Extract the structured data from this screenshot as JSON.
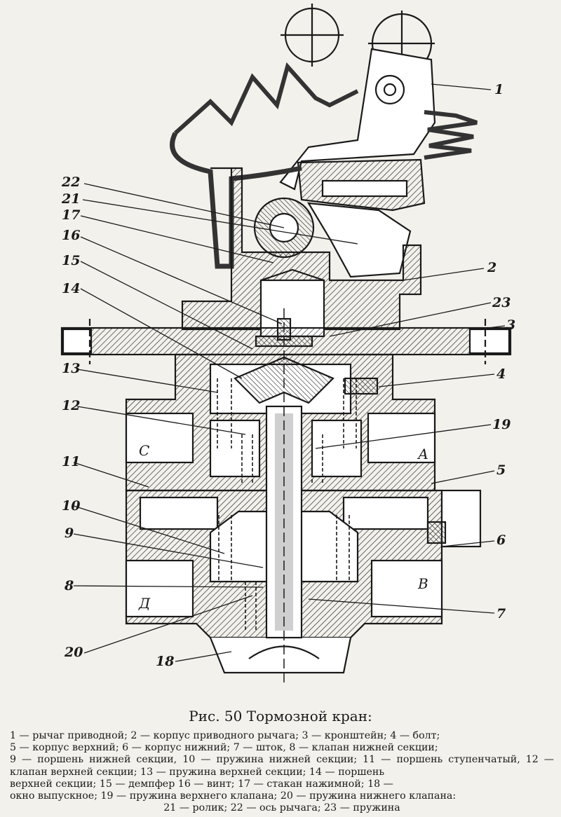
{
  "figure": {
    "caption": "Рис. 50  Тормозной кран:",
    "legend_lines": [
      "1 — рычаг приводной;  2 — корпус приводного рычага;  3 — кронштейн;  4 — болт;",
      "5 — корпус верхний;  6 — корпус нижний;  7 — шток,  8 — клапан нижней секции;",
      "9 — поршень нижней секции,  10 — пружина нижней секции;  11 — поршень ступенчатый,  12 — клапан верхней секции;  13 — пружина верхней секции;  14 — поршень",
      "верхней  секции;   15 — демпфер   16 — винт;   17 — стакан   нажимной;   18 —",
      "окно выпускное;  19 — пружина верхнего клапана;  20 — пружина нижнего клапана:",
      "21 — ролик;  22 — ось рычага;  23 — пружина"
    ]
  },
  "callouts": {
    "n1": "1",
    "n2": "2",
    "n3": "3",
    "n4": "4",
    "n5": "5",
    "n6": "6",
    "n7": "7",
    "n8": "8",
    "n9": "9",
    "n10": "10",
    "n11": "11",
    "n12": "12",
    "n13": "13",
    "n14": "14",
    "n15": "15",
    "n16": "16",
    "n17": "17",
    "n18": "18",
    "n19": "19",
    "n20": "20",
    "n21": "21",
    "n22": "22",
    "n23": "23"
  },
  "ports": {
    "A": "А",
    "B": "В",
    "C": "С",
    "D": "Д"
  }
}
